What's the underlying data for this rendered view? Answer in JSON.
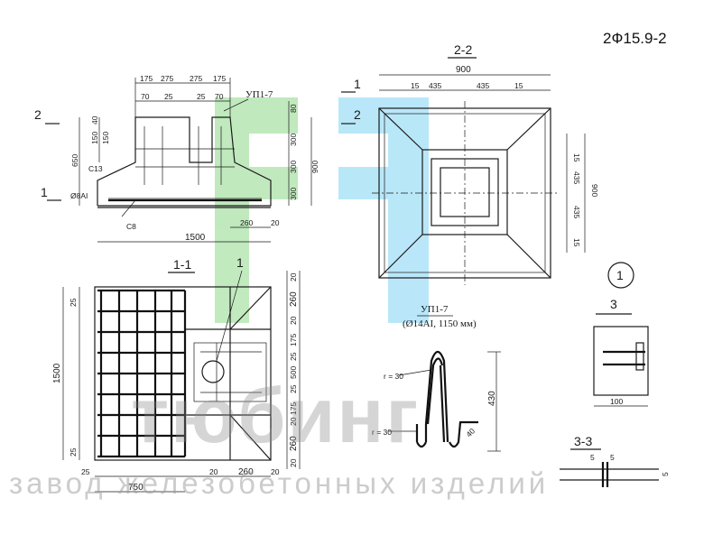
{
  "sheet_code": "2Ф15.9-2",
  "watermark": {
    "brand": "тюбинг",
    "tagline": "завод железобетонных изделий"
  },
  "brand_colors": {
    "green": "#8ed88a",
    "cyan": "#7fd4f4"
  },
  "elevation": {
    "top_dims": [
      "175",
      "275",
      "275",
      "175"
    ],
    "second_dims": [
      "70",
      "25",
      "25",
      "70"
    ],
    "left_dims": [
      "40",
      "150",
      "150",
      "650"
    ],
    "right_dims": [
      "80",
      "300",
      "300",
      "300",
      "900"
    ],
    "bottom_dims": [
      "1500",
      "260",
      "20"
    ],
    "labels": {
      "up": "УП1-7",
      "c13": "С13",
      "d8": "Ø8АI",
      "c8": "С8"
    },
    "section_marks": [
      "2",
      "1",
      "1",
      "2"
    ]
  },
  "section_22": {
    "title": "2-2",
    "top_dims": [
      "900",
      "15",
      "435",
      "435",
      "15"
    ],
    "right_dims": [
      "15",
      "435",
      "435",
      "15",
      "900"
    ]
  },
  "plan_11": {
    "title": "1-1",
    "left_dims": [
      "25",
      "1500",
      "25"
    ],
    "right_dims": [
      "20",
      "260",
      "20",
      "175",
      "25",
      "500",
      "25",
      "175",
      "20",
      "260",
      "20"
    ],
    "bottom_dims": [
      "25",
      "750",
      "20",
      "260",
      "20"
    ],
    "callout": "1"
  },
  "loop": {
    "title": "УП1-7",
    "subtitle": "(Ø14АI, 1150 мм)",
    "r1": "r = 30",
    "r2": "r = 30",
    "height": "430",
    "width": "40"
  },
  "detail": {
    "callout": "1",
    "section_mark": "3",
    "width": "100",
    "section_title": "3-3",
    "dims": [
      "5",
      "5",
      "5"
    ]
  }
}
